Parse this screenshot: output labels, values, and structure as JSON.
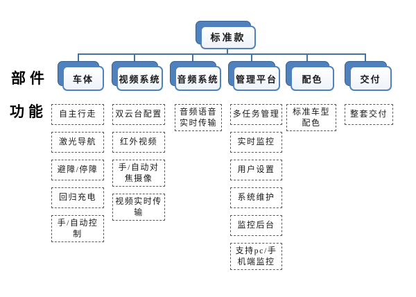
{
  "diagram": {
    "root": {
      "label": "标准款"
    },
    "row_labels": {
      "components": "部件",
      "functions": "功能"
    },
    "categories": [
      {
        "label": "车体",
        "items": [
          "自主行走",
          "激光导航",
          "避障/停障",
          "回归充电",
          "手/自动控制"
        ]
      },
      {
        "label": "视频系统",
        "items": [
          "双云台配置",
          "红外视频",
          "手/自动对焦摄像",
          "视频实时传输"
        ]
      },
      {
        "label": "音频系统",
        "items": [
          "音频语音实时传输"
        ]
      },
      {
        "label": "管理平台",
        "items": [
          "多任务管理",
          "实时监控",
          "用户设置",
          "系统维护",
          "监控后台",
          "支持pc/手机端监控"
        ]
      },
      {
        "label": "配色",
        "items": [
          "标准车型配色"
        ]
      },
      {
        "label": "交付",
        "items": [
          "整套交付"
        ]
      }
    ],
    "colors": {
      "node_fill": "#4f81bd",
      "node_border": "#38618f",
      "connector": "#4273a8",
      "dashed_border": "#595959",
      "text": "#1a1a1a"
    }
  }
}
